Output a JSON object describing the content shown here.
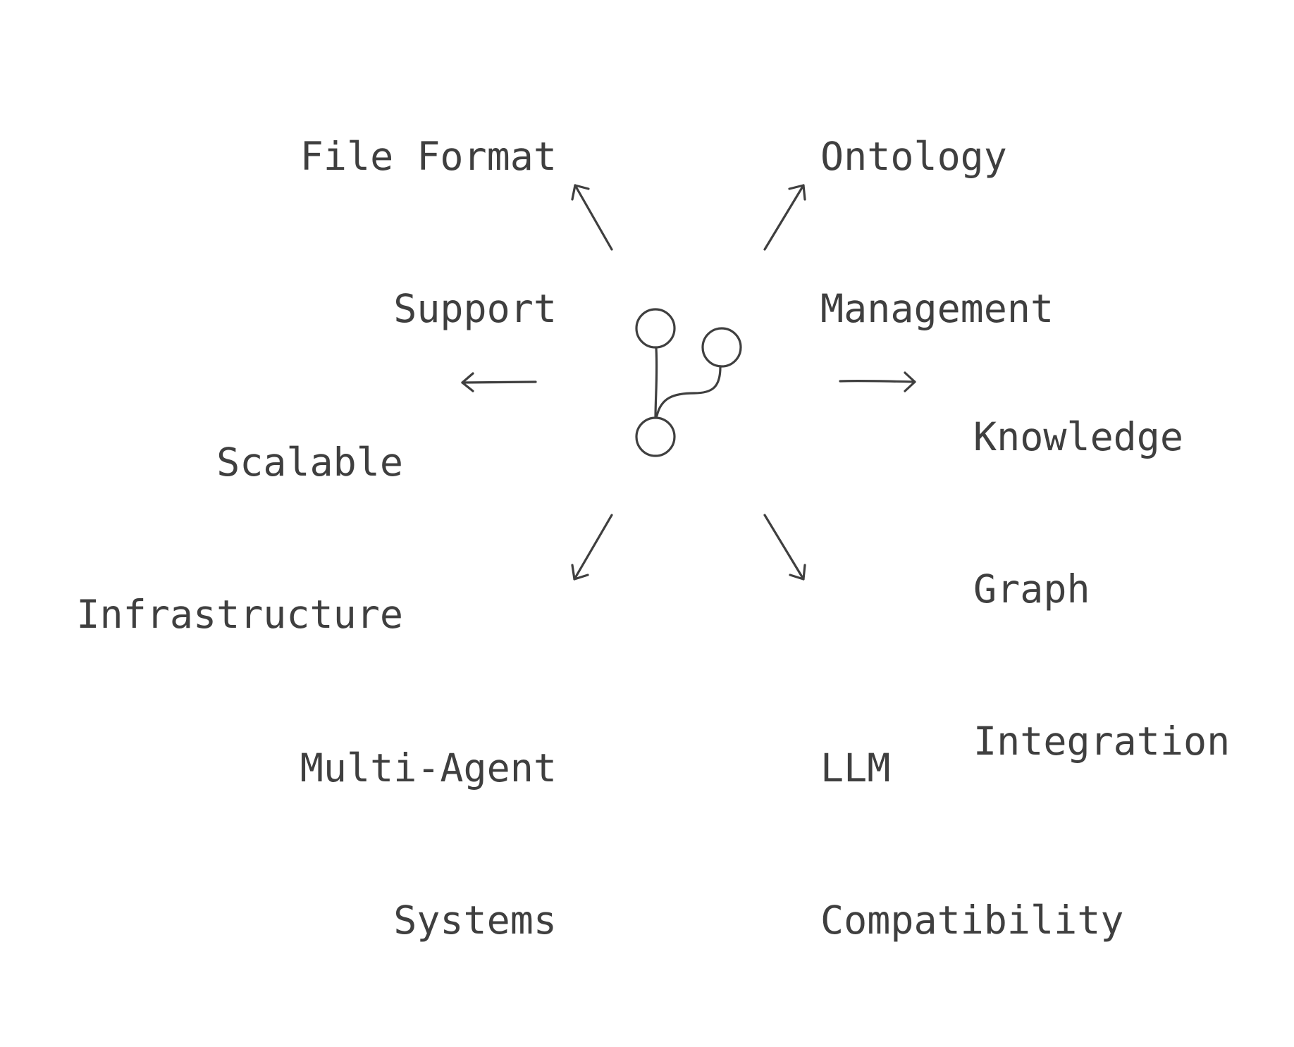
{
  "nodes": {
    "top_left": [
      "File Format",
      "Support"
    ],
    "top_right": [
      "Ontology",
      "Management"
    ],
    "left": [
      "Scalable",
      "Infrastructure"
    ],
    "right": [
      "Knowledge",
      "Graph",
      "Integration"
    ],
    "bottom_left": [
      "Multi-Agent",
      "Systems"
    ],
    "bottom_right": [
      "LLM",
      "Compatibility"
    ]
  },
  "center": {
    "icon": "git-branch-icon"
  },
  "colors": {
    "ink": "#3f3f3f",
    "background": "#ffffff"
  }
}
